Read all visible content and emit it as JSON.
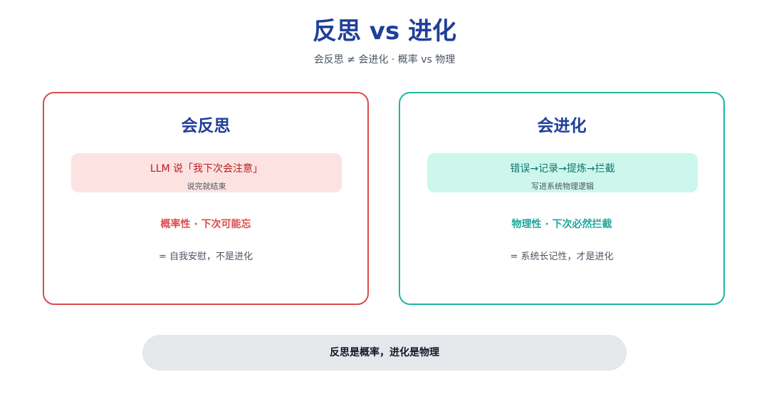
{
  "header": {
    "title": "反思 vs 进化",
    "subtitle": "会反思 ≠ 会进化 · 概率 vs 物理"
  },
  "cards": [
    {
      "title": "会反思",
      "quote": "LLM 说「我下次会注意」",
      "quote_note": "说完就结束",
      "property": "概率性 · 下次可能忘",
      "conclusion": "= 自我安慰，不是进化",
      "border_color": "#dc4b4b"
    },
    {
      "title": "会进化",
      "quote": "错误→记录→提炼→拦截",
      "quote_note": "写进系统物理逻辑",
      "property": "物理性 · 下次必然拦截",
      "conclusion": "= 系统长记性，才是进化",
      "border_color": "#1fb5a3"
    }
  ],
  "footer": {
    "text": "反思是概率，进化是物理"
  }
}
